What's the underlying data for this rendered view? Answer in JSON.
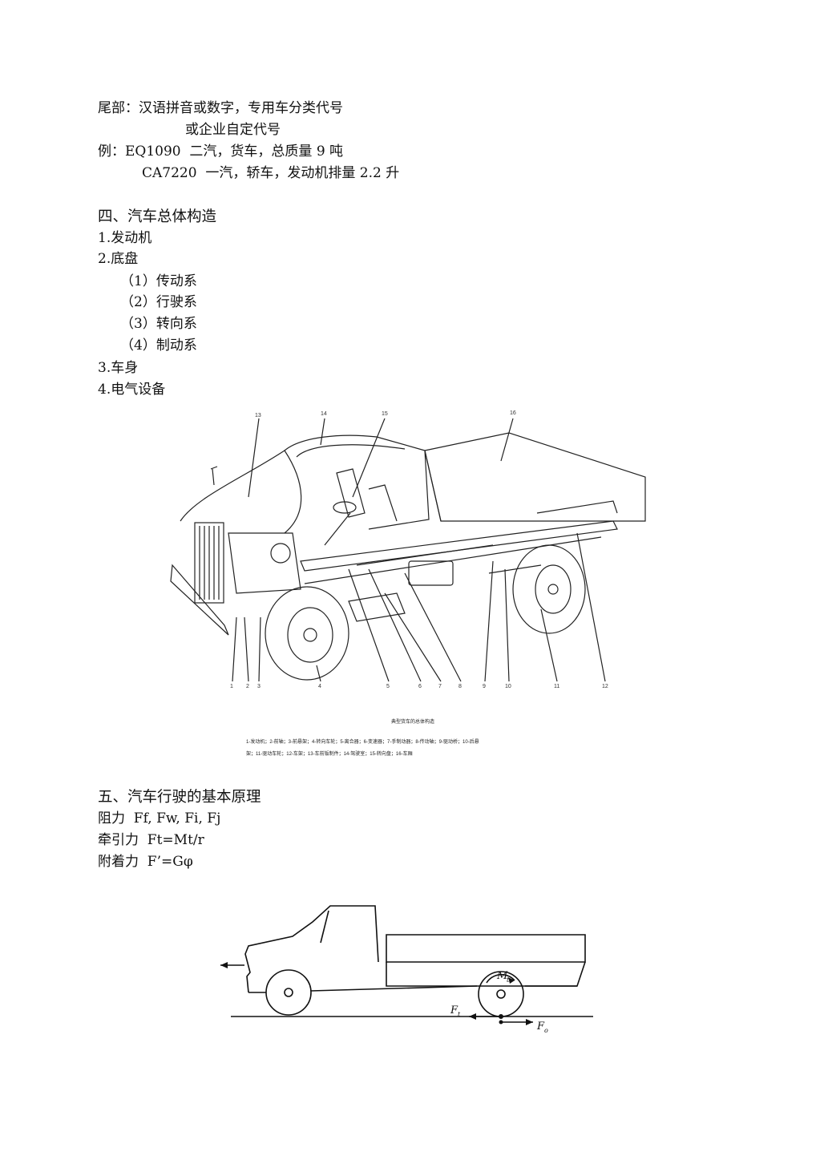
{
  "section_tail": {
    "line1": "尾部：汉语拼音或数字，专用车分类代号",
    "line2": "或企业自定代号",
    "example1": "例：EQ1090  二汽，货车，总质量 9 吨",
    "example2": "CA7220  一汽，轿车，发动机排量 2.2 升"
  },
  "section4": {
    "title": "四、汽车总体构造",
    "items": [
      "1.发动机",
      "2.底盘",
      "（1）传动系",
      "（2）行驶系",
      "（3）转向系",
      "（4）制动系",
      "3.车身",
      "4.电气设备"
    ]
  },
  "figure1": {
    "labels_top": [
      "13",
      "14",
      "15",
      "16"
    ],
    "labels_bottom": [
      "1",
      "2",
      "3",
      "4",
      "5",
      "6",
      "7",
      "8",
      "9",
      "10",
      "11",
      "12"
    ],
    "caption_title": "典型货车的总体构造",
    "caption_line1": "1-发动机；2-前轴；3-前悬架；4-转向车轮；5-离合器；6-变速器；7-手制动器；8-传动轴；9-驱动桥；10-后悬",
    "caption_line2": "架；11-驱动车轮；12-车架；13-车前钣制件；14-驾驶室；15-转向盘；16-车厢"
  },
  "section5": {
    "title": "五、汽车行驶的基本原理",
    "line1": "阻力  Ff, Fw, Fi, Fj",
    "line2": "牵引力  Ft=Mt/r",
    "line3": "附着力  F’=Gφ"
  },
  "figure2": {
    "label_mt": "M",
    "label_mt_sub": "t",
    "label_ft": "F",
    "label_ft_sub": "t",
    "label_fo": "F",
    "label_fo_sub": "o"
  }
}
